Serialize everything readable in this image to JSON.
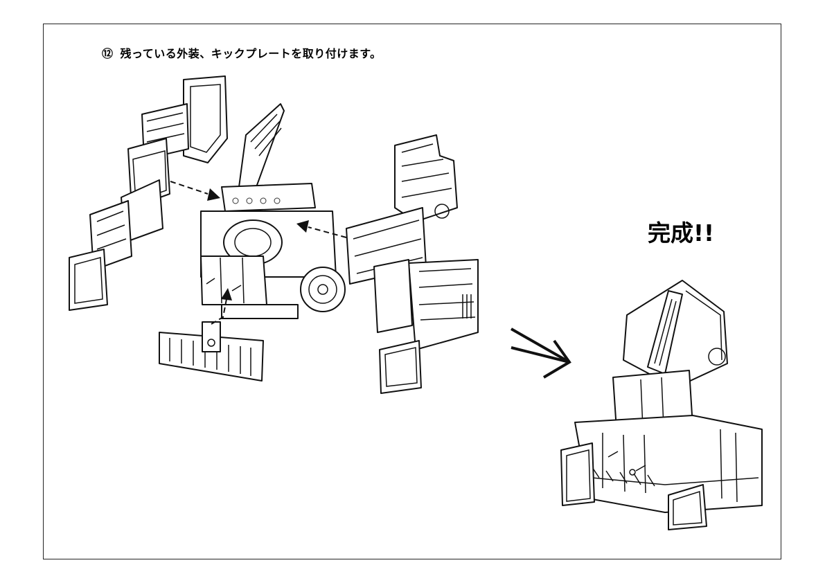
{
  "step": {
    "number": "⑫",
    "instruction": "残っている外装、キックプレートを取り付けます。"
  },
  "completion_label": "完成!!"
}
